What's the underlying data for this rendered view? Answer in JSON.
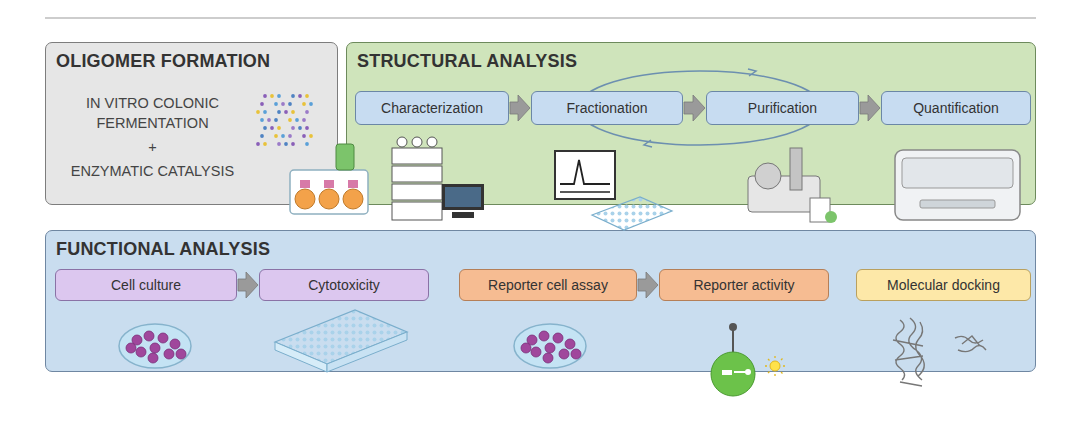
{
  "diagram": {
    "nodes": [
      {
        "text": [
          "OLIGOMER FORMATION",
          "IN VITRO COLONIC FERMENTATION",
          "+",
          "ENZYMATIC CATALYSIS"
        ]
      },
      {
        "text": [
          "STRUCTURAL ANALYSIS"
        ]
      },
      {
        "text": [
          "Characterization"
        ],
        "in": 1
      },
      {
        "text": [
          "Fractionation"
        ],
        "in": 1
      },
      {
        "text": [
          "Purification"
        ],
        "in": 1
      },
      {
        "text": [
          "Quantification"
        ],
        "in": 1
      },
      {
        "text": [
          "FUNCTIONAL ANALYSIS"
        ]
      },
      {
        "text": [
          "Cell culture"
        ],
        "in": 6
      },
      {
        "text": [
          "Cytotoxicity"
        ],
        "in": 6
      },
      {
        "text": [
          "Reporter cell assay"
        ],
        "in": 6
      },
      {
        "text": [
          "Reporter activity"
        ],
        "in": 6
      },
      {
        "text": [
          "Molecular docking"
        ],
        "in": 6
      }
    ],
    "edges": [
      {
        "from": 2,
        "to": 3,
        "arrow": "to"
      },
      {
        "from": 3,
        "to": 4,
        "arrow": "to"
      },
      {
        "from": 4,
        "to": 5,
        "arrow": "to"
      },
      {
        "from": 7,
        "to": 8,
        "arrow": "to"
      },
      {
        "from": 9,
        "to": 10,
        "arrow": "to"
      }
    ]
  }
}
